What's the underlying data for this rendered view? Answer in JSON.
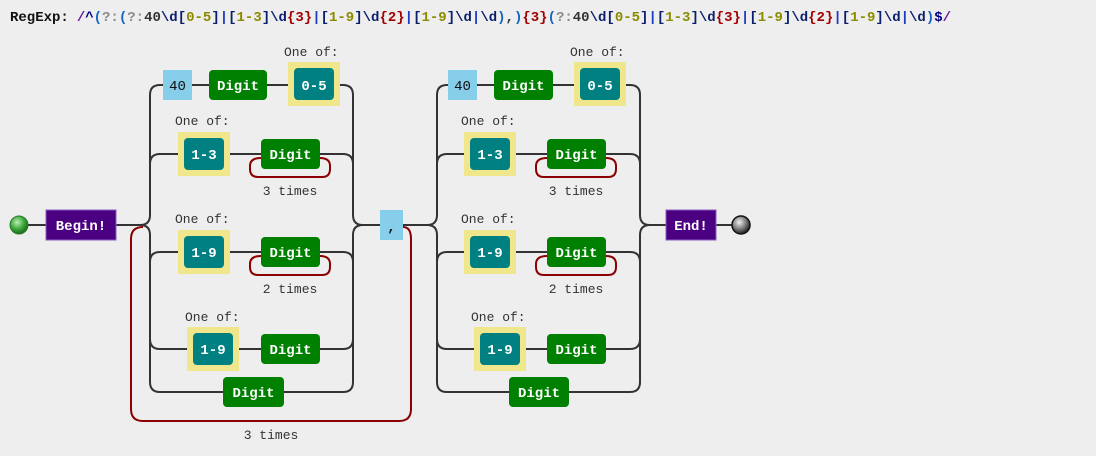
{
  "header": {
    "label": "RegExp:",
    "tokens": [
      {
        "t": "/",
        "c": "t-slash"
      },
      {
        "t": "^",
        "c": "t-anchor"
      },
      {
        "t": "(",
        "c": "t-group"
      },
      {
        "t": "?:",
        "c": "t-nc"
      },
      {
        "t": "(",
        "c": "t-group"
      },
      {
        "t": "?:",
        "c": "t-nc"
      },
      {
        "t": "40",
        "c": "t-lit"
      },
      {
        "t": "\\d",
        "c": "t-esc"
      },
      {
        "t": "[",
        "c": "t-br"
      },
      {
        "t": "0-5",
        "c": "t-cls"
      },
      {
        "t": "]",
        "c": "t-br"
      },
      {
        "t": "|",
        "c": "t-alt"
      },
      {
        "t": "[",
        "c": "t-br"
      },
      {
        "t": "1-3",
        "c": "t-cls"
      },
      {
        "t": "]",
        "c": "t-br"
      },
      {
        "t": "\\d",
        "c": "t-esc"
      },
      {
        "t": "{3}",
        "c": "t-quant"
      },
      {
        "t": "|",
        "c": "t-alt"
      },
      {
        "t": "[",
        "c": "t-br"
      },
      {
        "t": "1-9",
        "c": "t-cls"
      },
      {
        "t": "]",
        "c": "t-br"
      },
      {
        "t": "\\d",
        "c": "t-esc"
      },
      {
        "t": "{2}",
        "c": "t-quant"
      },
      {
        "t": "|",
        "c": "t-alt"
      },
      {
        "t": "[",
        "c": "t-br"
      },
      {
        "t": "1-9",
        "c": "t-cls"
      },
      {
        "t": "]",
        "c": "t-br"
      },
      {
        "t": "\\d",
        "c": "t-esc"
      },
      {
        "t": "|",
        "c": "t-alt"
      },
      {
        "t": "\\d",
        "c": "t-esc"
      },
      {
        "t": ")",
        "c": "t-group"
      },
      {
        "t": ",",
        "c": "t-lit"
      },
      {
        "t": ")",
        "c": "t-group"
      },
      {
        "t": "{3}",
        "c": "t-quant"
      },
      {
        "t": "(",
        "c": "t-group"
      },
      {
        "t": "?:",
        "c": "t-nc"
      },
      {
        "t": "40",
        "c": "t-lit"
      },
      {
        "t": "\\d",
        "c": "t-esc"
      },
      {
        "t": "[",
        "c": "t-br"
      },
      {
        "t": "0-5",
        "c": "t-cls"
      },
      {
        "t": "]",
        "c": "t-br"
      },
      {
        "t": "|",
        "c": "t-alt"
      },
      {
        "t": "[",
        "c": "t-br"
      },
      {
        "t": "1-3",
        "c": "t-cls"
      },
      {
        "t": "]",
        "c": "t-br"
      },
      {
        "t": "\\d",
        "c": "t-esc"
      },
      {
        "t": "{3}",
        "c": "t-quant"
      },
      {
        "t": "|",
        "c": "t-alt"
      },
      {
        "t": "[",
        "c": "t-br"
      },
      {
        "t": "1-9",
        "c": "t-cls"
      },
      {
        "t": "]",
        "c": "t-br"
      },
      {
        "t": "\\d",
        "c": "t-esc"
      },
      {
        "t": "{2}",
        "c": "t-quant"
      },
      {
        "t": "|",
        "c": "t-alt"
      },
      {
        "t": "[",
        "c": "t-br"
      },
      {
        "t": "1-9",
        "c": "t-cls"
      },
      {
        "t": "]",
        "c": "t-br"
      },
      {
        "t": "\\d",
        "c": "t-esc"
      },
      {
        "t": "|",
        "c": "t-alt"
      },
      {
        "t": "\\d",
        "c": "t-esc"
      },
      {
        "t": ")",
        "c": "t-group"
      },
      {
        "t": "$",
        "c": "t-anchor"
      },
      {
        "t": "/",
        "c": "t-slash"
      }
    ]
  },
  "colors": {
    "digit": "#008000",
    "charset": "#008080",
    "charset_wrap": "#f0e68c",
    "literal": "#87ceeb",
    "terminal": "#4b0082",
    "loop": "#8b0000",
    "rail": "#333333"
  },
  "diagram": {
    "begin_label": "Begin!",
    "end_label": "End!",
    "comma_literal": ",",
    "outer_repeat_label": "3 times",
    "one_of_label": "One of:",
    "digit_label": "Digit",
    "literal_40": "40",
    "range_0_5": "0-5",
    "range_1_3": "1-3",
    "range_1_9": "1-9",
    "repeat_3": "3 times",
    "repeat_2": "2 times"
  }
}
